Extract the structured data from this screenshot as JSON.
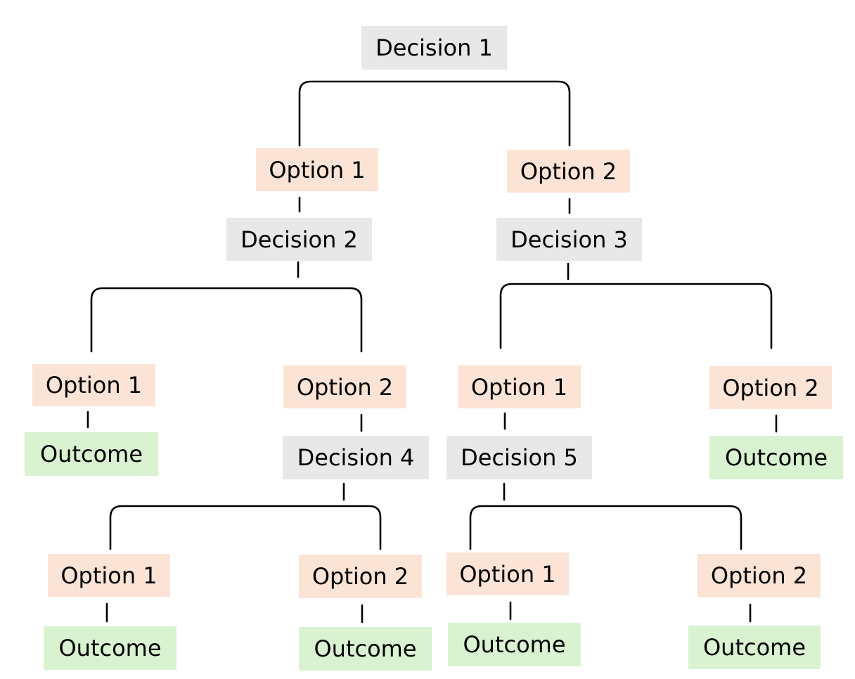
{
  "colors": {
    "decision_fill": "#e8e8e8",
    "option_fill": "#fbe3d6",
    "outcome_fill": "#d9f2d0",
    "connector": "#000000"
  },
  "nodes": {
    "d1": "Decision 1",
    "d1_opt1": "Option 1",
    "d1_opt2": "Option 2",
    "d2": "Decision 2",
    "d3": "Decision 3",
    "d2_opt1": "Option 1",
    "d2_opt2": "Option 2",
    "d3_opt1": "Option 1",
    "d3_opt2": "Option 2",
    "d2_opt1_outcome": "Outcome",
    "d4": "Decision 4",
    "d5": "Decision 5",
    "d3_opt2_outcome": "Outcome",
    "d4_opt1": "Option 1",
    "d4_opt2": "Option 2",
    "d5_opt1": "Option 1",
    "d5_opt2": "Option 2",
    "d4_opt1_outcome": "Outcome",
    "d4_opt2_outcome": "Outcome",
    "d5_opt1_outcome": "Outcome",
    "d5_opt2_outcome": "Outcome"
  }
}
